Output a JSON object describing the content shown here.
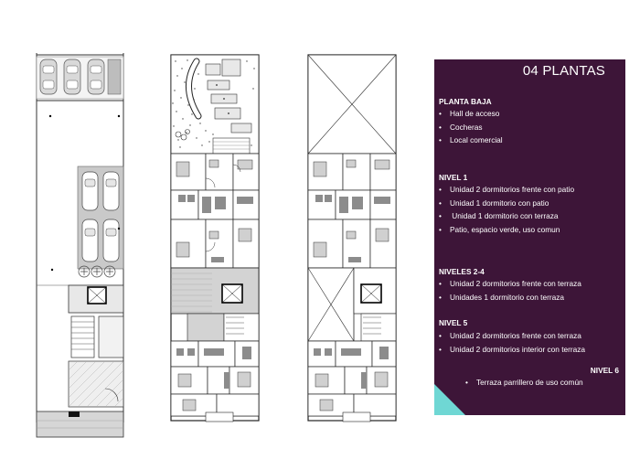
{
  "panel": {
    "title": "04 PLANTAS",
    "background": "#3d1538",
    "accent": "#6fd7d4",
    "bullet": "•",
    "sections": [
      {
        "heading": "PLANTA BAJA",
        "items": [
          "Hall de acceso",
          "Cocheras",
          "Local comercial"
        ]
      },
      {
        "heading": "NIVEL 1",
        "items": [
          "Unidad 2 dormitorios frente con patio",
          "Unidad 1 dormitorio con patio",
          " Unidad 1 dormitorio con terraza",
          "Patio, espacio verde, uso comun"
        ]
      },
      {
        "heading": "NIVELES 2-4",
        "items": [
          "Unidad 2 dormitorios frente con terraza",
          "Unidades 1 dormitorio con terraza"
        ]
      },
      {
        "heading": "NIVEL 5",
        "items": [
          "Unidad 2 dormitorios frente con terraza",
          "Unidad 2 dormitorios interior con terraza"
        ]
      },
      {
        "heading": "NIVEL 6",
        "items": [
          "Terraza parrillero de uso común"
        ]
      }
    ]
  },
  "plans": [
    {
      "kind": "ground-floor",
      "features": [
        "parking-spaces",
        "cars",
        "stair-core",
        "elevator",
        "hatched-floor"
      ]
    },
    {
      "kind": "first-floor",
      "features": [
        "dotted-patio",
        "curved-planter",
        "bedrooms",
        "bathrooms",
        "kitchens"
      ]
    },
    {
      "kind": "typical-floor",
      "features": [
        "void-cross",
        "bedrooms",
        "bathrooms",
        "kitchens",
        "stair-core"
      ]
    }
  ]
}
